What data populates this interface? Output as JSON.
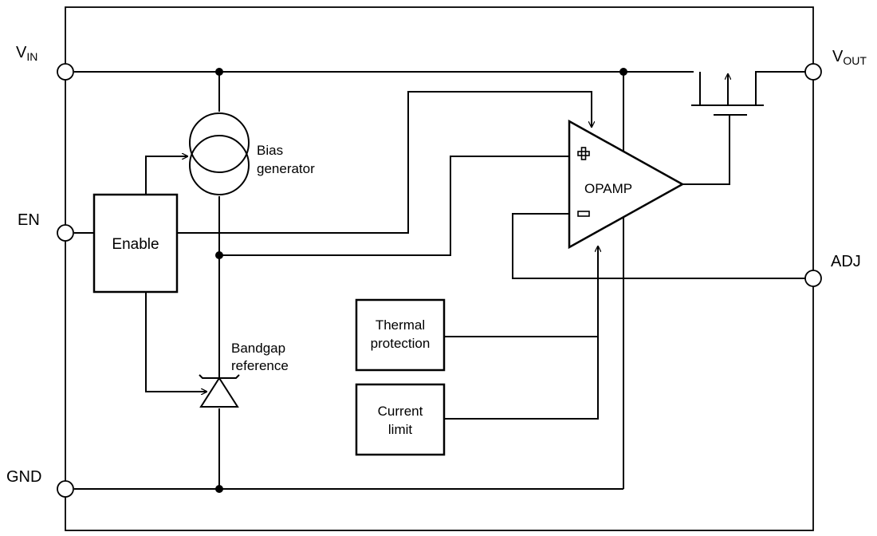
{
  "pins": {
    "vin": "V",
    "vin_sub": "IN",
    "vout": "V",
    "vout_sub": "OUT",
    "en": "EN",
    "adj": "ADJ",
    "gnd": "GND"
  },
  "blocks": {
    "enable": "Enable",
    "bias_line1": "Bias",
    "bias_line2": "generator",
    "opamp": "OPAMP",
    "bandgap_line1": "Bandgap",
    "bandgap_line2": "reference",
    "thermal_line1": "Thermal",
    "thermal_line2": "protection",
    "current_line1": "Current",
    "current_line2": "limit"
  }
}
